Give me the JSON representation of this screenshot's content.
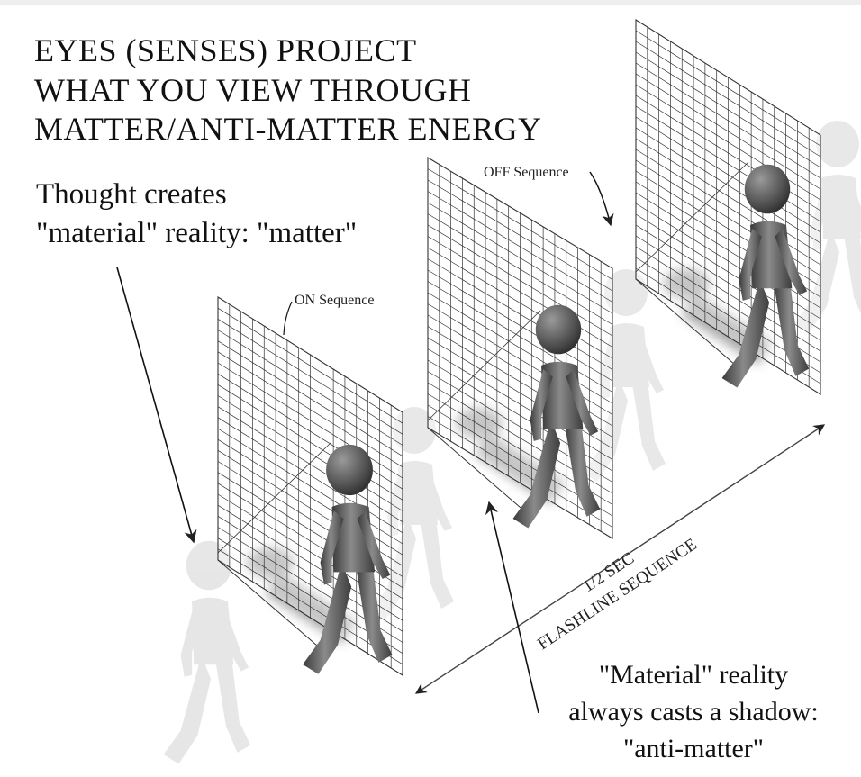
{
  "title": {
    "lines": [
      "EYES (SENSES) PROJECT",
      "WHAT YOU VIEW THROUGH",
      "MATTER/ANTI-MATTER ENERGY"
    ]
  },
  "thought": {
    "lines": [
      "Thought creates",
      "\"material\" reality: \"matter\""
    ]
  },
  "labels": {
    "on_sequence": "ON Sequence",
    "off_sequence": "OFF Sequence"
  },
  "timeline": {
    "duration": "1/2 SEC",
    "name": "FLASHLINE SEQUENCE"
  },
  "caption": {
    "lines": [
      "\"Material\" reality",
      "always casts a shadow:",
      "\"anti-matter\""
    ]
  },
  "colors": {
    "figure": "#5a5a5a",
    "ghost": "#e4e4e4",
    "shadow": "#8a8a8a",
    "grid": "#333333"
  }
}
